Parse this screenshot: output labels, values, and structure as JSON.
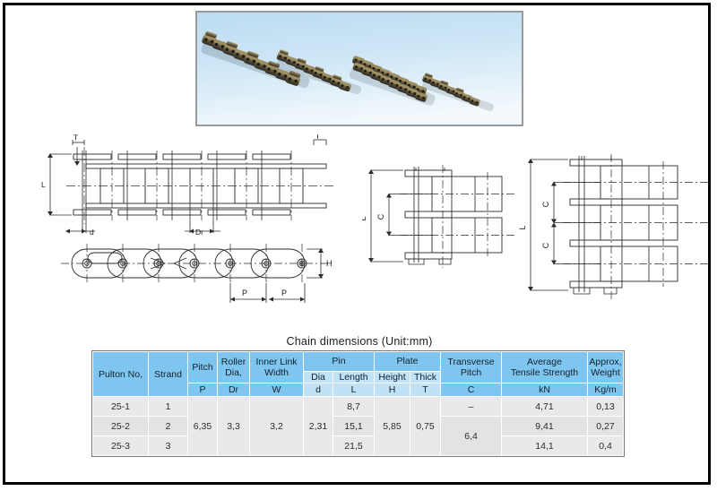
{
  "photo": {
    "alt_name": "roller-chain-product-photo",
    "item_count": 4,
    "background_color": "#cfe6f5"
  },
  "drawings": {
    "single_top": {
      "name": "single-strand-top-view",
      "labels": [
        "T",
        "L",
        "d",
        "Dr",
        "T"
      ]
    },
    "single_side": {
      "name": "single-strand-side-view",
      "labels": [
        "P",
        "P",
        "H"
      ]
    },
    "duplex": {
      "name": "duplex-chain-end-view",
      "labels": [
        "L",
        "C"
      ]
    },
    "triplex": {
      "name": "triplex-chain-end-view",
      "labels": [
        "L",
        "C",
        "C"
      ]
    }
  },
  "table": {
    "title": "Chain dimensions (Unit:mm)",
    "group_headers": {
      "pin": "Pin",
      "plate": "Plate"
    },
    "columns": [
      {
        "label": "Pulton No,",
        "symbol": ""
      },
      {
        "label": "Strand",
        "symbol": ""
      },
      {
        "label": "Pitch",
        "symbol": "P"
      },
      {
        "label": "Roller Dia,",
        "symbol": "Dr"
      },
      {
        "label": "Inner Link Width",
        "symbol": "W"
      },
      {
        "label": "Dia",
        "symbol": "d"
      },
      {
        "label": "Length",
        "symbol": "L"
      },
      {
        "label": "Height",
        "symbol": "H"
      },
      {
        "label": "Thick",
        "symbol": "T"
      },
      {
        "label": "Transverse Pitch",
        "symbol": "C"
      },
      {
        "label": "Average Tensile Strength",
        "symbol": "kN"
      },
      {
        "label": "Approx, Weight",
        "symbol": "Kg/m"
      }
    ],
    "header_lines": {
      "c0_l1": "Pulton No,",
      "c1_l1": "Strand",
      "c2_l1": "Pitch",
      "c3_l1": "Roller",
      "c3_l2": "Dia,",
      "c4_l1": "Inner Link",
      "c4_l2": "Width",
      "c5_l1": "Dia",
      "c6_l1": "Length",
      "c7_l1": "Height",
      "c8_l1": "Thick",
      "c9_l1": "Transverse",
      "c9_l2": "Pitch",
      "c10_l1": "Average",
      "c10_l2": "Tensile Strength",
      "c11_l1": "Approx,",
      "c11_l2": "Weight"
    },
    "symbols": {
      "p": "P",
      "dr": "Dr",
      "w": "W",
      "d": "d",
      "l": "L",
      "h": "H",
      "t": "T",
      "c": "C",
      "kn": "kN",
      "kgm": "Kg/m"
    },
    "rows": [
      {
        "pulton_no": "25-1",
        "strand": "1",
        "pitch_p": "6,35",
        "roller_dia_dr": "3,3",
        "inner_link_width_w": "3,2",
        "pin_dia_d": "2,31",
        "pin_length_l": "8,7",
        "plate_height_h": "5,85",
        "plate_thick_t": "0,75",
        "transverse_pitch_c": "–",
        "tensile_kn": "4,71",
        "weight_kgm": "0,13"
      },
      {
        "pulton_no": "25-2",
        "strand": "2",
        "pin_length_l": "15,1",
        "transverse_pitch_c": "6,4",
        "tensile_kn": "9,41",
        "weight_kgm": "0,27"
      },
      {
        "pulton_no": "25-3",
        "strand": "3",
        "pin_length_l": "21,5",
        "tensile_kn": "14,1",
        "weight_kgm": "0,4"
      }
    ]
  },
  "colors": {
    "header_blue": "#7ec5f0",
    "subheader_blue": "#bfe2f7",
    "cell_gray": "#e9e9e9",
    "frame_black": "#000000"
  }
}
